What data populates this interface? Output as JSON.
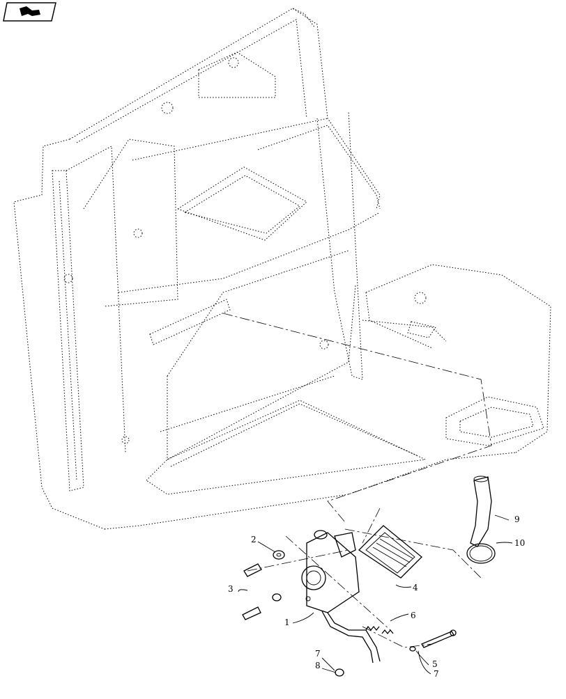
{
  "nav_icon": "folder-arrow-icon",
  "colors": {
    "line": "#000000",
    "background": "#ffffff"
  },
  "callouts": {
    "c1": "1",
    "c2": "2",
    "c3": "3",
    "c4": "4",
    "c5": "5",
    "c6": "6",
    "c7a": "7",
    "c7b": "7",
    "c8": "8",
    "c9": "9",
    "c10": "10"
  }
}
